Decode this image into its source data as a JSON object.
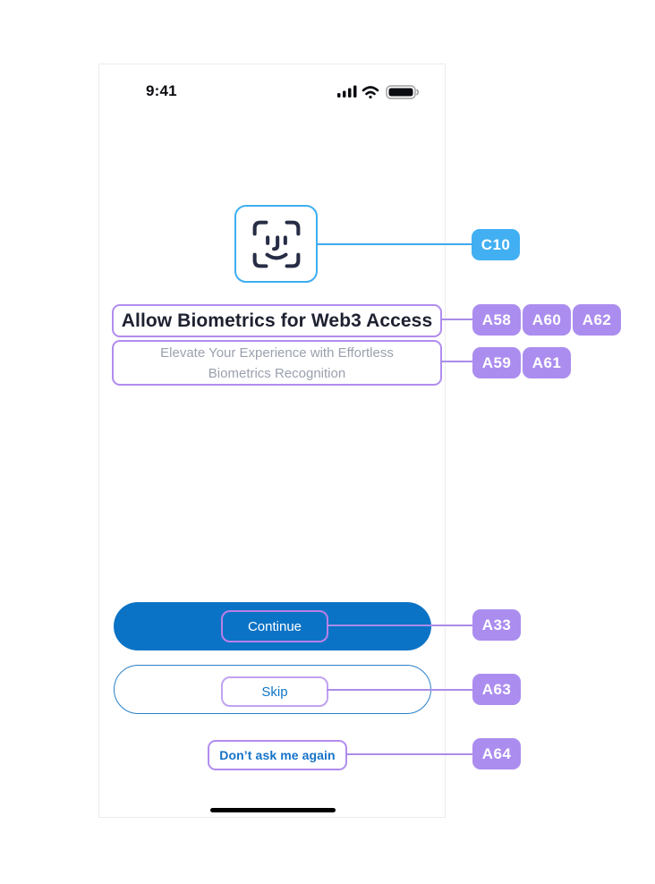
{
  "phone": {
    "status_bar": {
      "time": "9:41",
      "icons": [
        "cellular-signal",
        "wifi",
        "battery"
      ]
    },
    "face_id_icon": "face-id",
    "title": "Allow Biometrics for Web3 Access",
    "subtitle": "Elevate Your Experience with Effortless Biometrics Recognition",
    "buttons": {
      "continue": "Continue",
      "skip": "Skip",
      "dont_ask": "Don’t ask me again"
    }
  },
  "annotations": {
    "c10": "C10",
    "a58": "A58",
    "a60": "A60",
    "a62": "A62",
    "a59": "A59",
    "a61": "A61",
    "a33": "A33",
    "a63": "A63",
    "a64": "A64"
  },
  "colors": {
    "tag_blue": "#41aff2",
    "tag_purple": "#ab8def",
    "outline_purple": "#b18cf0",
    "connector_purple": "#a98ce8",
    "connector_blue": "#3fa9ef",
    "primary_button_blue": "#0b73c5",
    "faceid_border_blue": "#3caef2",
    "title_text": "#1e2130",
    "subtitle_text": "#9aa1ae",
    "link_blue": "#1573c8"
  }
}
